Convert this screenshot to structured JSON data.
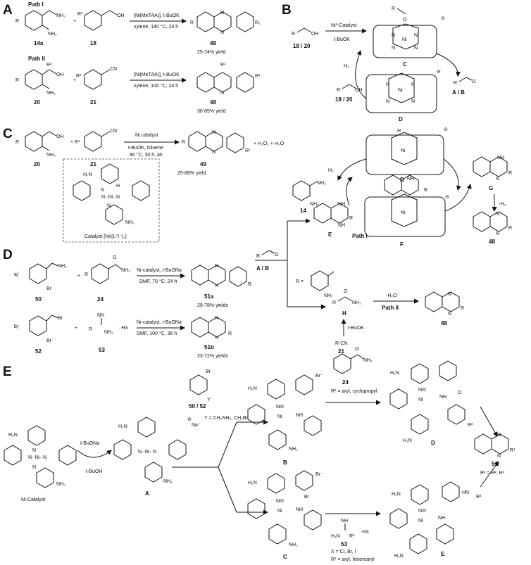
{
  "panels": {
    "A": {
      "letter": "A",
      "path1": {
        "title": "Path I",
        "reactant1": "14a",
        "reactant2": "18",
        "conditions_top": "[Ni(MeTAA)], t-BuOK",
        "conditions_bottom": "xylene, 140 °C, 24 h",
        "product": "48",
        "yield": "25-74% yield"
      },
      "path2": {
        "title": "Path II",
        "reactant1": "20",
        "reactant2": "21",
        "conditions_top": "[Ni(MeTAA)], t-BuOK",
        "conditions_bottom": "xylene, 100 °C, 24 h",
        "product": "48",
        "yield": "30-85% yield"
      }
    },
    "B": {
      "letter": "B",
      "substrate": "18 / 20",
      "catalyst": "Ni²-Catalyst",
      "base": "t-BuOK",
      "intermediates": [
        "C",
        "D"
      ],
      "aldehyde": "A / B",
      "h2": "H₂",
      "bottom_substrate": "18 / 20"
    },
    "C": {
      "letter": "C",
      "reactant1": "20",
      "reactant2": "21",
      "conditions_top": "Ni catalyst",
      "conditions_mid": "t-BuOK, toluene",
      "conditions_bottom": "90 °C, 30 h, air",
      "product": "49",
      "byproducts": "+ H₂O₂   +   H₂O",
      "yield": "25-88% yield",
      "catalyst_label": "Catalyst [Ni{(L³)⁻}₂]"
    },
    "D": {
      "letter": "D",
      "a": {
        "tag": "a)",
        "reactant1": "50",
        "reactant2": "24",
        "conditions_top": "Ni-catalyst, t-BuONa",
        "conditions_bottom": "DMF, 70 °C, 24 h",
        "product": "51a",
        "yield": "29-78% yields"
      },
      "b": {
        "tag": "b)",
        "reactant1": "52",
        "reactant2": "53",
        "salt": "· HX",
        "conditions_top": "Ni-catalyst, t-BuONa",
        "conditions_bottom": "DMF, 100 °C, 36 h",
        "product": "51b",
        "yield": "23-72% yields"
      }
    },
    "BD_right": {
      "aldehyde": "A / B",
      "amine": "14",
      "intermediate_E": "E",
      "path1": "Path I",
      "intermediate_F": "F",
      "intermediate_D": "D",
      "intermediate_G": "G",
      "minus_h2": "-H₂",
      "h2": "H₂",
      "product": "48",
      "r_eq": "R =",
      "intermediate_H": "H",
      "minus_h2o": "-H₂O",
      "path2": "Path II",
      "product2": "48",
      "tbuok": "t-BuOK",
      "nitrile": "R-CN",
      "nitrile_num": "21"
    },
    "E": {
      "letter": "E",
      "catalyst": "Ni-Catalyst",
      "base_in": "t-BuONa",
      "base_out": "t-BuOH",
      "complex_A": "A",
      "na": "Na⁺",
      "substrate_num": "50 / 52",
      "y_def": "Y = CH₂NH₂, CH₂Br",
      "complex_B": "B",
      "complex_C": "C",
      "amide_num": "24",
      "r2_def": "R² = aryl, cyclopropyl",
      "complex_D": "D",
      "complex_E": "E",
      "amidine_num": "53",
      "x_def": "X = Cl, Br, I",
      "r3_def": "R³ = aryl, heteroaryl",
      "product": "51",
      "r1_def": "R¹ = R², R³",
      "br": "Br⁻",
      "salt": "· HX"
    }
  }
}
